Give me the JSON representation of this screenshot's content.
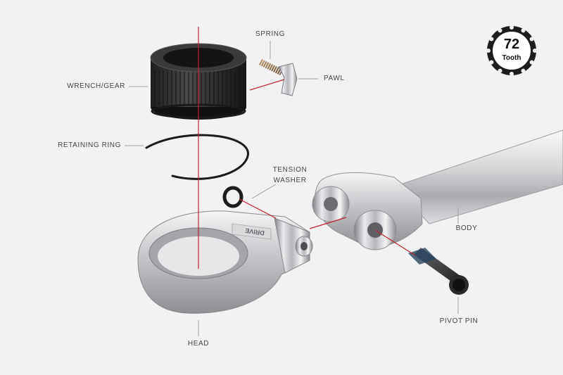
{
  "labels": {
    "spring": "SPRING",
    "pawl": "PAWL",
    "wrench_gear": "WRENCH/GEAR",
    "retaining_ring": "RETAINING RING",
    "tension_washer_line1": "TENSION",
    "tension_washer_line2": "WASHER",
    "body": "BODY",
    "pivot_pin": "PIVOT PIN",
    "head": "HEAD"
  },
  "engraving": "DRIVE",
  "badge": {
    "number": "72",
    "text": "Tooth"
  },
  "colors": {
    "background": "#f2f2f3",
    "axis_line": "#c4202f",
    "leader_line": "#9a9a9a",
    "gear": "#2b2b2d",
    "chrome": "#c9cacd"
  }
}
